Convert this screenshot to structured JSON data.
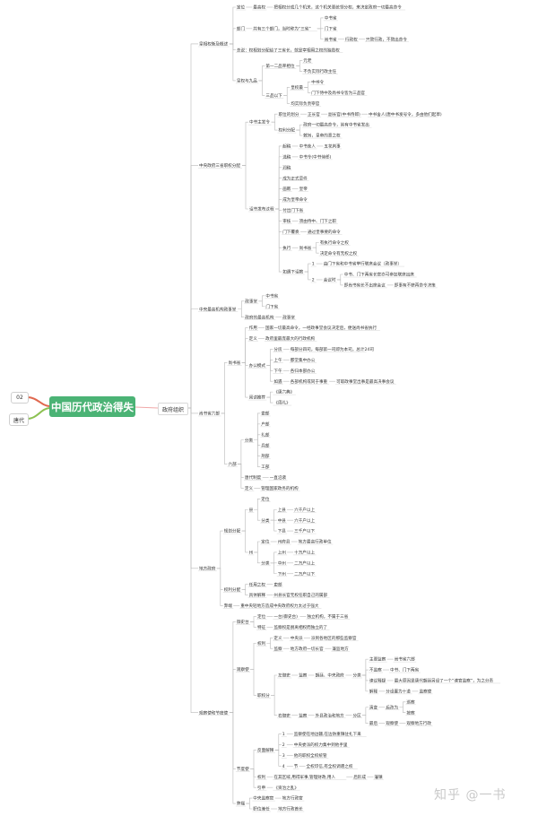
{
  "title": "中国历代政治得失",
  "tag_top": "02",
  "tag_bottom": "唐代",
  "level1": "政府组织",
  "watermark": "知乎 @一书",
  "nodes": [
    {
      "id": "a",
      "t": "皇相权衡及概述",
      "p": "L1"
    },
    {
      "id": "a1",
      "t": "定位",
      "p": "a"
    },
    {
      "id": "a1a",
      "t": "最高权",
      "p": "a1"
    },
    {
      "id": "a1b",
      "t": "把相权分成几个机关，这个机关要统领分权，来决定政府一切最高命令",
      "p": "a1a"
    },
    {
      "id": "a2",
      "t": "部门",
      "p": "a"
    },
    {
      "id": "a2a",
      "t": "共有三个部门，当时称为“三省”",
      "p": "a2"
    },
    {
      "id": "a2a1",
      "t": "中书省",
      "p": "a2a"
    },
    {
      "id": "a2a2",
      "t": "门下省",
      "p": "a2a"
    },
    {
      "id": "a2a3",
      "t": "尚书省",
      "p": "a2a"
    },
    {
      "id": "a2a3a",
      "t": "行政权",
      "p": "a2a3"
    },
    {
      "id": "a2a3b",
      "t": "只管行政，不管出命令",
      "p": "a2a3a"
    },
    {
      "id": "a3",
      "t": "总说：权相划分配给了三省长，就是宰相用之权的独揽权",
      "p": "a"
    },
    {
      "id": "a4",
      "t": "皇权与九品",
      "p": "a"
    },
    {
      "id": "a4a",
      "t": "第一二品宰相位",
      "p": "a4"
    },
    {
      "id": "a4a1",
      "t": "元老",
      "p": "a4a"
    },
    {
      "id": "a4a2",
      "t": "不负实际行政主任",
      "p": "a4a"
    },
    {
      "id": "a4b",
      "t": "三品以下",
      "p": "a4"
    },
    {
      "id": "a4b1",
      "t": "皇权最",
      "p": "a4b"
    },
    {
      "id": "a4b1a",
      "t": "中书令",
      "p": "a4b1"
    },
    {
      "id": "a4b1b",
      "t": "门下侍中及尚书令皆为三品官",
      "p": "a4b1"
    },
    {
      "id": "a4b2",
      "t": "均实际负责宰官",
      "p": "a4b"
    },
    {
      "id": "b",
      "t": "中央政府三省职权分配",
      "p": "L1"
    },
    {
      "id": "b1",
      "t": "中书主发令",
      "p": "b"
    },
    {
      "id": "b1a",
      "t": "职位的划分",
      "p": "b1"
    },
    {
      "id": "b1a1",
      "t": "正长官",
      "p": "b1a"
    },
    {
      "id": "b1a1a",
      "t": "副长官(中书侍郎)",
      "p": "b1a1"
    },
    {
      "id": "b1a1b",
      "t": "中书舍人(唐中书发号令，多由他们起草)",
      "p": "b1a1a"
    },
    {
      "id": "b1b",
      "t": "权利分配",
      "p": "b1"
    },
    {
      "id": "b1b1",
      "t": "政府一切最高命令，皆有中书省发出",
      "p": "b1b"
    },
    {
      "id": "b1b2",
      "t": "敕旨，皇帝的意之权",
      "p": "b1b"
    },
    {
      "id": "b2",
      "t": "诏书发布过程",
      "p": "b"
    },
    {
      "id": "b2a",
      "t": "起稿",
      "p": "b2"
    },
    {
      "id": "b2a1",
      "t": "中书舍人",
      "p": "b2a"
    },
    {
      "id": "b2a1a",
      "t": "五花判事",
      "p": "b2a1"
    },
    {
      "id": "b2b",
      "t": "选稿",
      "p": "b2"
    },
    {
      "id": "b2b1",
      "t": "中书令(中书侍郎)",
      "p": "b2b"
    },
    {
      "id": "b2c",
      "t": "润稿",
      "p": "b2"
    },
    {
      "id": "b2d",
      "t": "成为正式草件",
      "p": "b2"
    },
    {
      "id": "b2e",
      "t": "画敕",
      "p": "b2"
    },
    {
      "id": "b2e1",
      "t": "皇帝",
      "p": "b2e"
    },
    {
      "id": "b2f",
      "t": "成为皇帝命令",
      "p": "b2"
    },
    {
      "id": "b2g",
      "t": "付出门下省",
      "p": "b2"
    },
    {
      "id": "b2h",
      "t": "审核",
      "p": "b2"
    },
    {
      "id": "b2h1",
      "t": "须由侍中、门下之职",
      "p": "b2h"
    },
    {
      "id": "b2i",
      "t": "门下覆奏",
      "p": "b2"
    },
    {
      "id": "b2i1",
      "t": "通过皇事要的命令",
      "p": "b2i"
    },
    {
      "id": "b2j",
      "t": "执行",
      "p": "b2"
    },
    {
      "id": "b2j1",
      "t": "尚书省",
      "p": "b2j"
    },
    {
      "id": "b2j1a",
      "t": "有执行命令之权",
      "p": "b2j1"
    },
    {
      "id": "b2j1b",
      "t": "决定命令有无权之权",
      "p": "b2j1"
    },
    {
      "id": "b2k",
      "t": "如遇下诏敕",
      "p": "b2"
    },
    {
      "id": "b2k1",
      "t": "1",
      "p": "b2k"
    },
    {
      "id": "b2k1a",
      "t": "由门下省和中书省举行联席会议（政事堂）",
      "p": "b2k1"
    },
    {
      "id": "b2k2",
      "t": "2",
      "p": "b2k"
    },
    {
      "id": "b2k2a",
      "t": "会议时",
      "p": "b2k2"
    },
    {
      "id": "b2k2a1",
      "t": "中书、门下两省长官亦可参加联席出席",
      "p": "b2k2a"
    },
    {
      "id": "b2k2a2",
      "t": "即尚书省长不出席会议",
      "p": "b2k2a"
    },
    {
      "id": "b2k2a2x",
      "t": "即事有不获再命令决策",
      "p": "b2k2a2"
    },
    {
      "id": "c",
      "t": "中央最高机构政事堂",
      "p": "L1"
    },
    {
      "id": "c1",
      "t": "政事堂",
      "p": "c"
    },
    {
      "id": "c1a",
      "t": "中书省",
      "p": "c1"
    },
    {
      "id": "c1b",
      "t": "门下省",
      "p": "c1"
    },
    {
      "id": "c2",
      "t": "政府的最高机构",
      "p": "c"
    },
    {
      "id": "c2a",
      "t": "政事堂",
      "p": "c2"
    },
    {
      "id": "d",
      "t": "尚书省六部",
      "p": "L1"
    },
    {
      "id": "d1",
      "t": "尚书省",
      "p": "d"
    },
    {
      "id": "d1a",
      "t": "作用",
      "p": "d1"
    },
    {
      "id": "d1a1",
      "t": "国家一切最高命令，一经政事堂会议决定后，便送尚书省执行",
      "p": "d1a"
    },
    {
      "id": "d1b",
      "t": "定义",
      "p": "d1"
    },
    {
      "id": "d1b1",
      "t": "政府里最庞最大的行政机构",
      "p": "d1b"
    },
    {
      "id": "d1c",
      "t": "办公模式",
      "p": "d1"
    },
    {
      "id": "d1c1",
      "t": "分房",
      "p": "d1c"
    },
    {
      "id": "d1c1a",
      "t": "每部分四司，每部第一司即为本司，总计24司",
      "p": "d1c1"
    },
    {
      "id": "d1c2",
      "t": "上午",
      "p": "d1c"
    },
    {
      "id": "d1c2a",
      "t": "都堂集中办公",
      "p": "d1c2"
    },
    {
      "id": "d1c3",
      "t": "下午",
      "p": "d1c"
    },
    {
      "id": "d1c3a",
      "t": "各归本部办公",
      "p": "d1c3"
    },
    {
      "id": "d1c4",
      "t": "如遇",
      "p": "d1c"
    },
    {
      "id": "d1c4a",
      "t": "各部机构或同于事重",
      "p": "d1c4"
    },
    {
      "id": "d1c4b",
      "t": "可取政事堂出事是最高决事会议",
      "p": "d1c4a"
    },
    {
      "id": "d1d",
      "t": "阅读推荐",
      "p": "d1"
    },
    {
      "id": "d1d1",
      "t": "《唐六典》",
      "p": "d1d"
    },
    {
      "id": "d1d2",
      "t": "《周礼》",
      "p": "d1d"
    },
    {
      "id": "d2",
      "t": "六部",
      "p": "d"
    },
    {
      "id": "d2a",
      "t": "分类",
      "p": "d2"
    },
    {
      "id": "d2a1",
      "t": "吏部",
      "p": "d2a"
    },
    {
      "id": "d2a2",
      "t": "户部",
      "p": "d2a"
    },
    {
      "id": "d2a3",
      "t": "礼部",
      "p": "d2a"
    },
    {
      "id": "d2a4",
      "t": "兵部",
      "p": "d2a"
    },
    {
      "id": "d2a5",
      "t": "刑部",
      "p": "d2a"
    },
    {
      "id": "d2a6",
      "t": "工部",
      "p": "d2a"
    },
    {
      "id": "d2b",
      "t": "唐代制度",
      "p": "d2"
    },
    {
      "id": "d2b1",
      "t": "一直沿袭",
      "p": "d2b"
    },
    {
      "id": "d2c",
      "t": "定义",
      "p": "d2"
    },
    {
      "id": "d2c1",
      "t": "管理国家政务的机构",
      "p": "d2c"
    },
    {
      "id": "e",
      "t": "地方政府",
      "p": "L1"
    },
    {
      "id": "e1",
      "t": "规划分配",
      "p": "e"
    },
    {
      "id": "e1a",
      "t": "县",
      "p": "e1"
    },
    {
      "id": "e1a1",
      "t": "定位",
      "p": "e1a"
    },
    {
      "id": "e1a2",
      "t": "分类",
      "p": "e1a"
    },
    {
      "id": "e1a2a",
      "t": "上县",
      "p": "e1a2"
    },
    {
      "id": "e1a2a1",
      "t": "六千户以上",
      "p": "e1a2a"
    },
    {
      "id": "e1a2b",
      "t": "中县",
      "p": "e1a2"
    },
    {
      "id": "e1a2b1",
      "t": "六千户以上",
      "p": "e1a2b"
    },
    {
      "id": "e1a2c",
      "t": "下县",
      "p": "e1a2"
    },
    {
      "id": "e1a2c1",
      "t": "三千户以下",
      "p": "e1a2c"
    },
    {
      "id": "e1b",
      "t": "州",
      "p": "e1"
    },
    {
      "id": "e1b1",
      "t": "定位",
      "p": "e1b"
    },
    {
      "id": "e1b1a",
      "t": "州府县",
      "p": "e1b1"
    },
    {
      "id": "e1b1b",
      "t": "地方最高行政单位",
      "p": "e1b1a"
    },
    {
      "id": "e1b2",
      "t": "分类",
      "p": "e1b"
    },
    {
      "id": "e1b2a",
      "t": "上州",
      "p": "e1b2"
    },
    {
      "id": "e1b2a1",
      "t": "十万户以上",
      "p": "e1b2a"
    },
    {
      "id": "e1b2b",
      "t": "中州",
      "p": "e1b2"
    },
    {
      "id": "e1b2b1",
      "t": "二万户以上",
      "p": "e1b2b"
    },
    {
      "id": "e1b2c",
      "t": "下州",
      "p": "e1b2"
    },
    {
      "id": "e1b2c1",
      "t": "二万户以下",
      "p": "e1b2c"
    },
    {
      "id": "e2",
      "t": "权利分配",
      "p": "e"
    },
    {
      "id": "e2a",
      "t": "任用之权",
      "p": "e2"
    },
    {
      "id": "e2a1",
      "t": "吏部",
      "p": "e2a"
    },
    {
      "id": "e2b",
      "t": "具体解释",
      "p": "e2"
    },
    {
      "id": "e2b1",
      "t": "州县长官无权任职自己的属部",
      "p": "e2b"
    },
    {
      "id": "e3",
      "t": "弊端",
      "p": "e"
    },
    {
      "id": "e3a",
      "t": "重中央轻地方造成中央政府权力太过于强大",
      "p": "e3"
    },
    {
      "id": "f",
      "t": "观察使和节度使",
      "p": "L1"
    },
    {
      "id": "f1",
      "t": "御史台",
      "p": "f"
    },
    {
      "id": "f1a",
      "t": "定位",
      "p": "f1"
    },
    {
      "id": "f1a1",
      "t": "一台(御史台)",
      "p": "f1a"
    },
    {
      "id": "f1a2",
      "t": "独立机构，不属于三省",
      "p": "f1a1"
    },
    {
      "id": "f1b",
      "t": "特征",
      "p": "f1"
    },
    {
      "id": "f1b1",
      "t": "监察权是脱离相权而独立的了",
      "p": "f1b"
    },
    {
      "id": "f2",
      "t": "观察使",
      "p": "f"
    },
    {
      "id": "f2a",
      "t": "权利",
      "p": "f2"
    },
    {
      "id": "f2a1",
      "t": "定义",
      "p": "f2a"
    },
    {
      "id": "f2a1a",
      "t": "中央派",
      "p": "f2a1"
    },
    {
      "id": "f2a1b",
      "t": "派到各地区的那些监察官",
      "p": "f2a1a"
    },
    {
      "id": "f2a2",
      "t": "监察",
      "p": "f2a"
    },
    {
      "id": "f2a2a",
      "t": "地方政府一切长官",
      "p": "f2a2"
    },
    {
      "id": "f2a2b",
      "t": "兼监地方",
      "p": "f2a2a"
    },
    {
      "id": "f2b",
      "t": "职权分",
      "p": "f2"
    },
    {
      "id": "f2b1",
      "t": "左御史",
      "p": "f2b"
    },
    {
      "id": "f2b1a",
      "t": "监察",
      "p": "f2b1"
    },
    {
      "id": "f2b1b",
      "t": "朝廷、中央政府",
      "p": "f2b1a"
    },
    {
      "id": "f2b1c",
      "t": "分类",
      "p": "f2b1b"
    },
    {
      "id": "f2b1c1",
      "t": "主要监察",
      "p": "f2b1c"
    },
    {
      "id": "f2b1c1a",
      "t": "尚书省六部",
      "p": "f2b1c1"
    },
    {
      "id": "f2b1c2",
      "t": "不监察",
      "p": "f2b1c"
    },
    {
      "id": "f2b1c2a",
      "t": "中书、门下两省",
      "p": "f2b1c2"
    },
    {
      "id": "f2b1d",
      "t": "谏议释疑",
      "p": "f2b1c"
    },
    {
      "id": "f2b1d1",
      "t": "最大原因是唐代朝廷另设了一个“谏官监察”，为之分责",
      "p": "f2b1d"
    },
    {
      "id": "f2b1e",
      "t": "解释",
      "p": "f2b1c"
    },
    {
      "id": "f2b1e1",
      "t": "分设置为十道",
      "p": "f2b1e"
    },
    {
      "id": "f2b1e1a",
      "t": "监察使",
      "p": "f2b1e1"
    },
    {
      "id": "f2b2",
      "t": "右御史",
      "p": "f2b"
    },
    {
      "id": "f2b2a",
      "t": "监察",
      "p": "f2b2"
    },
    {
      "id": "f2b2b",
      "t": "外县政治和地方",
      "p": "f2b2a"
    },
    {
      "id": "f2b2c",
      "t": "分区",
      "p": "f2b2b"
    },
    {
      "id": "f2b2d",
      "t": "演变",
      "p": "f2b2c"
    },
    {
      "id": "f2b2d1",
      "t": "后改为",
      "p": "f2b2d"
    },
    {
      "id": "f2b2d1a",
      "t": "巡察",
      "p": "f2b2d1"
    },
    {
      "id": "f2b2d1b",
      "t": "按察",
      "p": "f2b2d1"
    },
    {
      "id": "f2b2e",
      "t": "最后",
      "p": "f2b2c"
    },
    {
      "id": "f2b2e1",
      "t": "观察使",
      "p": "f2b2e"
    },
    {
      "id": "f2b2e2",
      "t": "观察地方行政",
      "p": "f2b2e1"
    },
    {
      "id": "f3",
      "t": "节度使",
      "p": "f"
    },
    {
      "id": "f3a",
      "t": "反面解释",
      "p": "f3"
    },
    {
      "id": "f3a1",
      "t": "1",
      "p": "f3a"
    },
    {
      "id": "f3a1a",
      "t": "监察使在地边疆,在边防重镇驻扎下来",
      "p": "f3a1"
    },
    {
      "id": "f3a2",
      "t": "2",
      "p": "f3a"
    },
    {
      "id": "f3a2a",
      "t": "中央委派的权力集中到他手里",
      "p": "f3a2"
    },
    {
      "id": "f3a3",
      "t": "3",
      "p": "f3a"
    },
    {
      "id": "f3a3a",
      "t": "他的职权全权统管",
      "p": "f3a3"
    },
    {
      "id": "f3a4",
      "t": "4",
      "p": "f3a"
    },
    {
      "id": "f3a4a",
      "t": "节",
      "p": "f3a4"
    },
    {
      "id": "f3a4b",
      "t": "全权印信,有全权调遣之权",
      "p": "f3a4a"
    },
    {
      "id": "f3b",
      "t": "权利",
      "p": "f3"
    },
    {
      "id": "f3b1",
      "t": "在其区域,用得军事,管理财政,用人",
      "p": "f3b"
    },
    {
      "id": "f3b2",
      "t": "后形成",
      "p": "f3b1"
    },
    {
      "id": "f3b3",
      "t": "藩镇",
      "p": "f3b2"
    },
    {
      "id": "f3c",
      "t": "引申",
      "p": "f3"
    },
    {
      "id": "f3c1",
      "t": "《资治之乱》",
      "p": "f3c"
    },
    {
      "id": "f4",
      "t": "弊端",
      "p": "f"
    },
    {
      "id": "f4a",
      "t": "中央监察官",
      "p": "f4"
    },
    {
      "id": "f4a1",
      "t": "地方行政官",
      "p": "f4a"
    },
    {
      "id": "f4b",
      "t": "职位兼任",
      "p": "f4"
    },
    {
      "id": "f4b1",
      "t": "地方行政首长",
      "p": "f4b"
    }
  ]
}
